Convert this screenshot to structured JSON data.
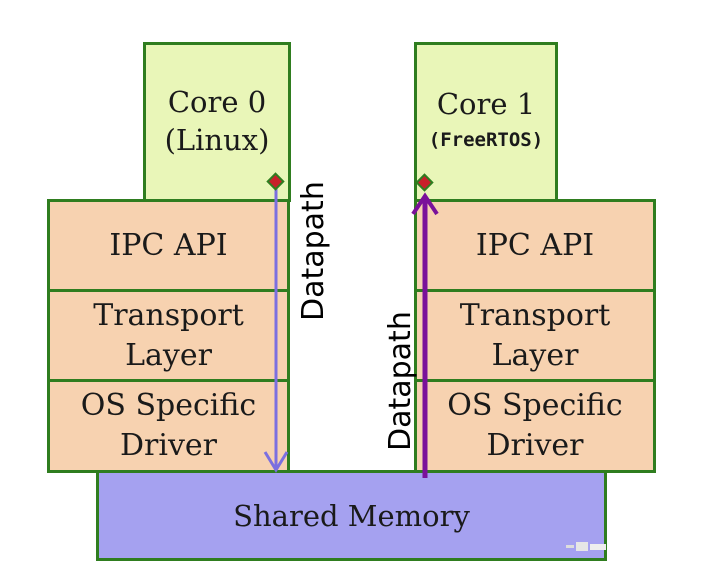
{
  "core0": {
    "line1": "Core 0",
    "line2": "(Linux)"
  },
  "core1": {
    "line1": "Core 1",
    "line2": "(FreeRTOS)"
  },
  "left_stack": {
    "ipc": "IPC API",
    "transport_1": "Transport",
    "transport_2": "Layer",
    "driver_1": "OS Specific",
    "driver_2": "Driver"
  },
  "right_stack": {
    "ipc": "IPC API",
    "transport_1": "Transport",
    "transport_2": "Layer",
    "driver_1": "OS Specific",
    "driver_2": "Driver"
  },
  "shared_memory": "Shared Memory",
  "datapath_left": "Datapath",
  "datapath_right": "Datapath",
  "colors": {
    "border": "#2f7d1f",
    "core_fill": "#e9f6b8",
    "layer_fill": "#f7d2b0",
    "shared_fill": "#a5a1f0",
    "arrow_left": "#7b6fe0",
    "arrow_right": "#7a119a",
    "marker": "#c8202a"
  }
}
